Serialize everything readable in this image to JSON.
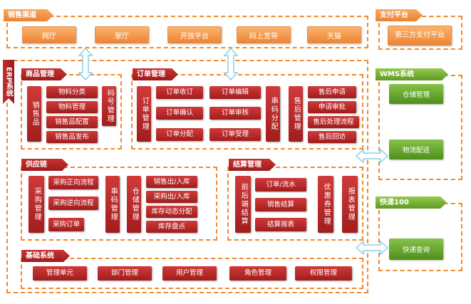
{
  "sales_channels": {
    "title": "销售渠道",
    "items": [
      "网厅",
      "掌厅",
      "开放平台",
      "码上宽带",
      "天猫"
    ]
  },
  "payment": {
    "title": "支付平台",
    "item": "第三方支付平台"
  },
  "erp_label": "ERP系统",
  "product_mgmt": {
    "title": "商品管理",
    "left": "销售品",
    "items": [
      "物料分类",
      "物料管理",
      "销售品配置",
      "销售品发布"
    ],
    "right": "码号管理"
  },
  "order_mgmt": {
    "title": "订单管理",
    "left": "订单管理",
    "items": [
      "订单收订",
      "订单编辑",
      "订单确认",
      "订单审核",
      "订单分配",
      "订单受理"
    ],
    "serial": "串码分配",
    "aftersale": "售后管理",
    "aftersale_items": [
      "售后申请",
      "申请审批",
      "售后处理流程",
      "售后回访"
    ]
  },
  "supply_chain": {
    "title": "供应链",
    "left": "采购管理",
    "items": [
      "采购正向流程",
      "采购逆向流程",
      "采购订单"
    ],
    "serial": "串码管理",
    "warehouse": "仓储管理",
    "warehouse_items": [
      "销售出/入库",
      "采购出/入库",
      "库存动态分配",
      "库存盘点"
    ]
  },
  "settlement": {
    "title": "结算管理",
    "left": "前后端结算",
    "items": [
      "订单/流水",
      "销售结算",
      "结算报表"
    ],
    "coupon": "优惠券管理",
    "report": "报表管理"
  },
  "base_system": {
    "title": "基础系统",
    "items": [
      "管理单元",
      "部门管理",
      "用户管理",
      "角色管理",
      "权限管理"
    ]
  },
  "wms": {
    "title": "WMS系统",
    "items": [
      "仓储管理",
      "物流配送"
    ]
  },
  "express": {
    "title": "快递100",
    "item": "快递查询"
  },
  "colors": {
    "orange": "#f08a2a",
    "red": "#b02525",
    "green": "#6aab30",
    "arrow": "#8ccfe6"
  }
}
